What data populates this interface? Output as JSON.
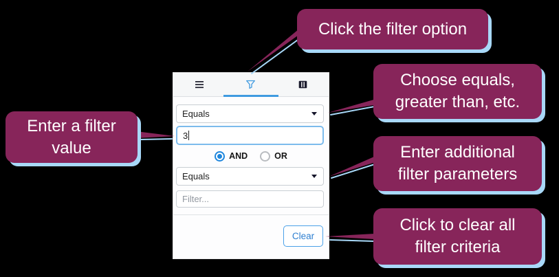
{
  "colors": {
    "background": "#000000",
    "callout_bg": "#87255a",
    "callout_shadow": "#a8d8f8",
    "accent_blue": "#3f9ae0",
    "clear_text_blue": "#2e7fd0"
  },
  "callouts": {
    "filter_option": {
      "text": "Click the filter option"
    },
    "choose_equals": {
      "text": "Choose equals,\ngreater than, etc."
    },
    "filter_value": {
      "text": "Enter a filter\nvalue"
    },
    "additional_params": {
      "text": "Enter additional\nfilter parameters"
    },
    "clear_all": {
      "text": "Click to clear all\nfilter criteria"
    }
  },
  "panel": {
    "tabs": [
      {
        "icon": "menu-icon"
      },
      {
        "icon": "filter-icon",
        "selected": true
      },
      {
        "icon": "columns-icon"
      }
    ],
    "operator1": "Equals",
    "filter_value": "3",
    "join_and": "AND",
    "join_or": "OR",
    "join_selected": "AND",
    "operator2": "Equals",
    "filter_placeholder": "Filter...",
    "clear_label": "Clear"
  }
}
